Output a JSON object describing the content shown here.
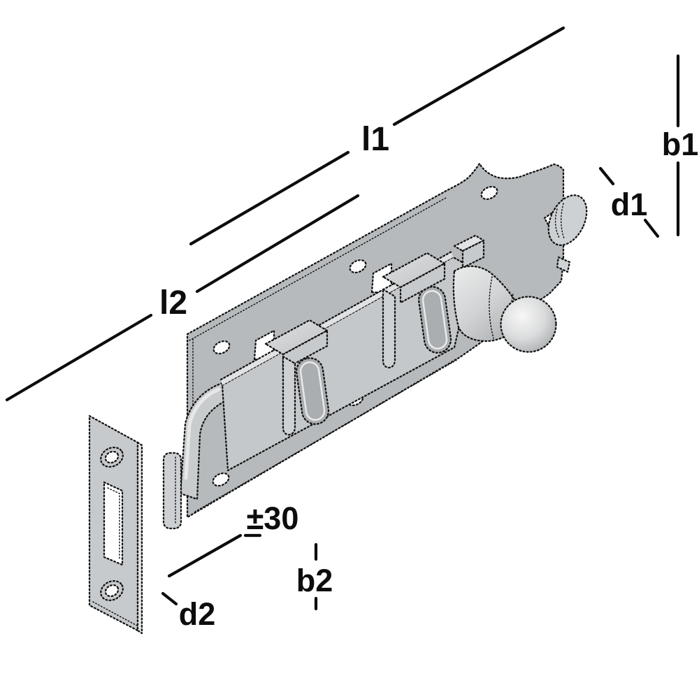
{
  "labels": {
    "l1": "l1",
    "l2": "l2",
    "b1": "b1",
    "d1": "d1",
    "b2": "b2",
    "d2": "d2",
    "travel": "±30"
  },
  "colors": {
    "background": "#ffffff",
    "outline": "#141414",
    "plate": "#b6babc",
    "plate_edge_highlight": "#e3e4e5",
    "slide_bar": "#c5c8ca",
    "bridge_top": "#e4e5e6",
    "bridge_front": "#c7cacc",
    "knob_highlight": "#f6f6f6",
    "knob_shadow": "#a8abad",
    "striker_plate": "#c7cacc"
  }
}
